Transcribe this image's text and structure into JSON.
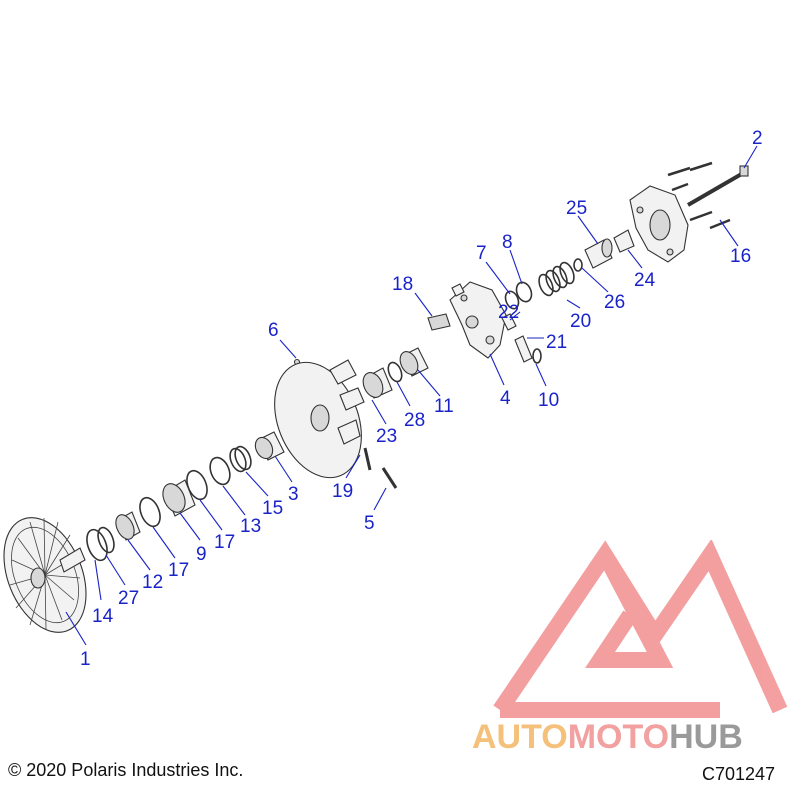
{
  "copyright": "© 2020 Polaris Industries Inc.",
  "drawing_code": "C701247",
  "watermark": {
    "part1": "AUTO",
    "part2": "MOTO",
    "part3": "HUB",
    "color_auto": "#f4c07a",
    "color_moto": "#f2a0a0",
    "color_hub": "#9a9a9a",
    "triangle_color": "#f08080"
  },
  "callouts": [
    "1",
    "2",
    "3",
    "4",
    "5",
    "6",
    "7",
    "8",
    "9",
    "10",
    "11",
    "12",
    "13",
    "14",
    "15",
    "16",
    "17",
    "17",
    "18",
    "19",
    "20",
    "21",
    "22",
    "23",
    "24",
    "25",
    "26",
    "27",
    "28"
  ]
}
